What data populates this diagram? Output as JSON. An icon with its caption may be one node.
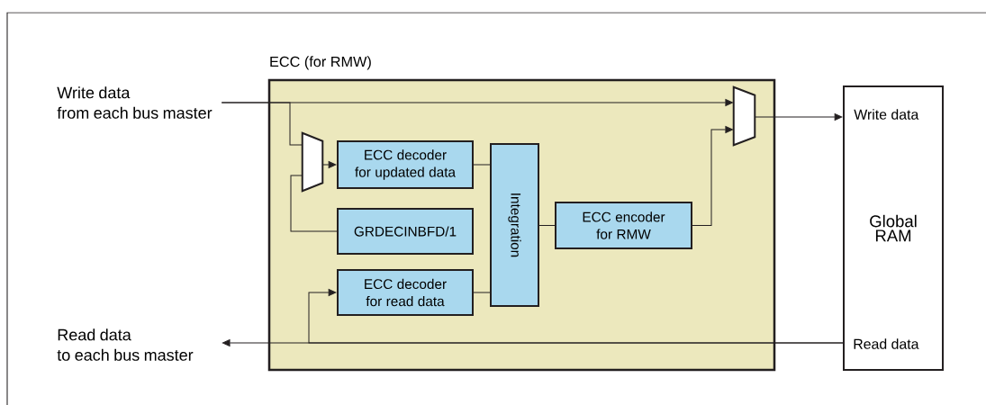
{
  "diagram": {
    "nodes": [
      {
        "text": [
          "ECC (for RMW)"
        ]
      },
      {
        "text": [
          "Write data from each bus master"
        ]
      },
      {
        "text": [],
        "shape": "trapezoid",
        "in": 0
      },
      {
        "text": [
          "ECC decoder for updated data"
        ],
        "in": 0
      },
      {
        "text": [
          "GRDECINBFD/1"
        ],
        "in": 0
      },
      {
        "text": [
          "ECC decoder for read data"
        ],
        "in": 0
      },
      {
        "text": [
          "Integration"
        ],
        "in": 0
      },
      {
        "text": [
          "ECC encoder for RMW"
        ],
        "in": 0
      },
      {
        "text": [],
        "shape": "trapezoid",
        "in": 0
      },
      {
        "text": [
          "Write data",
          "Global RAM",
          "Read data"
        ]
      },
      {
        "text": [
          "Read data to each bus master"
        ]
      }
    ],
    "edges": [
      {
        "from": 1,
        "to": 8,
        "arrow": "to"
      },
      {
        "from": 1,
        "to": 2,
        "arrow": "none"
      },
      {
        "from": 4,
        "to": 2,
        "arrow": "none"
      },
      {
        "from": 2,
        "to": 3,
        "arrow": "to"
      },
      {
        "from": 3,
        "to": 6,
        "arrow": "none"
      },
      {
        "from": 5,
        "to": 6,
        "arrow": "none"
      },
      {
        "from": 6,
        "to": 7,
        "arrow": "none"
      },
      {
        "from": 7,
        "to": 8,
        "arrow": "to"
      },
      {
        "from": 8,
        "to": 9,
        "arrow": "to"
      },
      {
        "from": 9,
        "to": 10,
        "arrow": "to"
      },
      {
        "from": 9,
        "to": 5,
        "arrow": "to"
      }
    ]
  }
}
